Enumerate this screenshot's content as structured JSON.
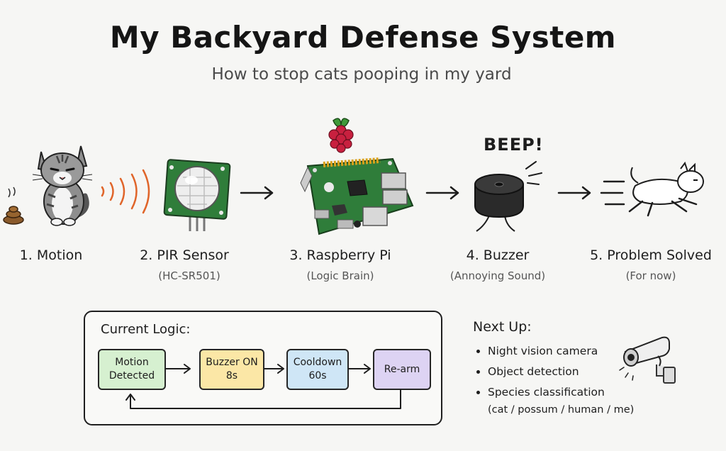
{
  "header": {
    "title": "My Backyard Defense System",
    "subtitle": "How to stop cats pooping in my yard"
  },
  "pipeline": {
    "stages": [
      {
        "label": "1. Motion",
        "sub": ""
      },
      {
        "label": "2. PIR Sensor",
        "sub": "(HC-SR501)"
      },
      {
        "label": "3. Raspberry Pi",
        "sub": "(Logic Brain)"
      },
      {
        "label": "4. Buzzer",
        "sub": "(Annoying Sound)"
      },
      {
        "label": "5. Problem Solved",
        "sub": "(For now)"
      }
    ],
    "beep_text": "BEEP!",
    "icons": [
      "cat-icon",
      "poop-icon",
      "signal-waves-icon",
      "pir-sensor-icon",
      "raspberry-logo-icon",
      "raspberry-pi-board-icon",
      "buzzer-icon",
      "running-cat-icon"
    ]
  },
  "logic": {
    "title": "Current Logic:",
    "nodes": [
      {
        "text": "Motion\nDetected",
        "color": "#d6f0d0"
      },
      {
        "text": "Buzzer ON\n8s",
        "color": "#fbe7a6"
      },
      {
        "text": "Cooldown\n60s",
        "color": "#cfe6f6"
      },
      {
        "text": "Re-arm",
        "color": "#ddd3f3"
      }
    ]
  },
  "next_up": {
    "title": "Next Up:",
    "items": [
      "Night vision camera",
      "Object detection",
      "Species classification"
    ],
    "note": "(cat / possum / human / me)",
    "icon": "security-camera-icon"
  },
  "colors": {
    "board_green": "#2f7d3a",
    "signal_orange": "#e0652a",
    "raspberry_red": "#c8203f"
  }
}
